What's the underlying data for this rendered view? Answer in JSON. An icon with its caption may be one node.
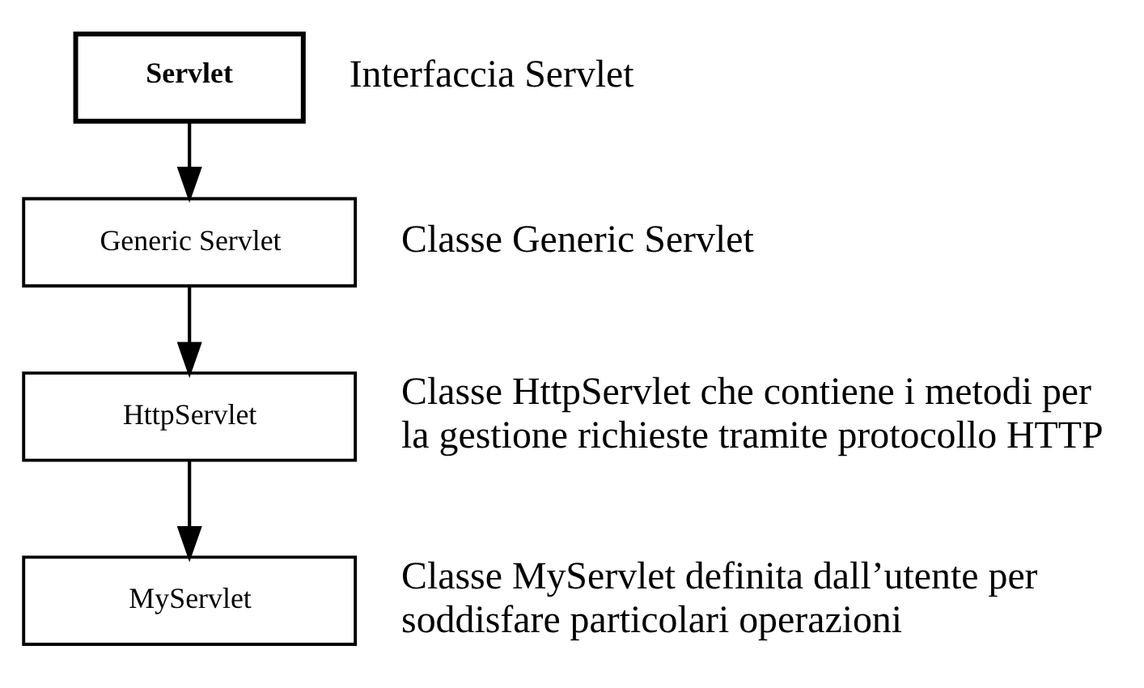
{
  "diagram": {
    "nodes": [
      {
        "text": [
          "Servlet"
        ],
        "beside": [
          "Interfaccia Servlet"
        ]
      },
      {
        "text": [
          "Generic Servlet"
        ],
        "beside": [
          "Classe Generic Servlet"
        ]
      },
      {
        "text": [
          "HttpServlet"
        ],
        "beside": [
          "Classe HttpServlet che contiene i metodi per la gestione richieste tramite protocollo HTTP"
        ]
      },
      {
        "text": [
          "MyServlet"
        ],
        "beside": [
          "Classe MyServlet definita dall’utente per soddisfare particolari operazioni"
        ]
      }
    ],
    "edges": [
      {
        "from": 0,
        "to": 1,
        "arrow": "to"
      },
      {
        "from": 1,
        "to": 2,
        "arrow": "to"
      },
      {
        "from": 2,
        "to": 3,
        "arrow": "to"
      }
    ]
  }
}
